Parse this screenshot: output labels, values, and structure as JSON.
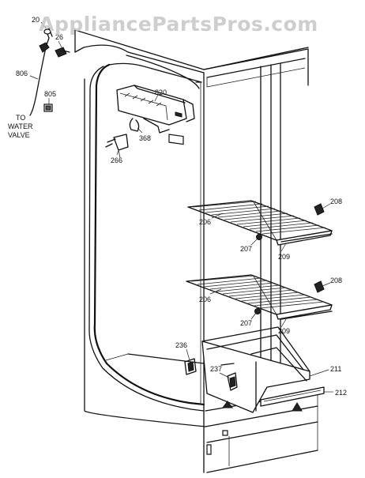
{
  "watermark": "AppliancePartsPros.com",
  "note": "TO\nWATER\nVALVE",
  "callouts": {
    "c20": "20",
    "c26": "26",
    "c806": "806",
    "c805": "805",
    "c820": "820",
    "c368": "368",
    "c266": "266",
    "c208a": "208",
    "c206a": "206",
    "c207a": "207",
    "c209a": "209",
    "c208b": "208",
    "c206b": "206",
    "c207b": "207",
    "c209b": "209",
    "c236": "236",
    "c237": "237",
    "c211": "211",
    "c212": "212"
  }
}
